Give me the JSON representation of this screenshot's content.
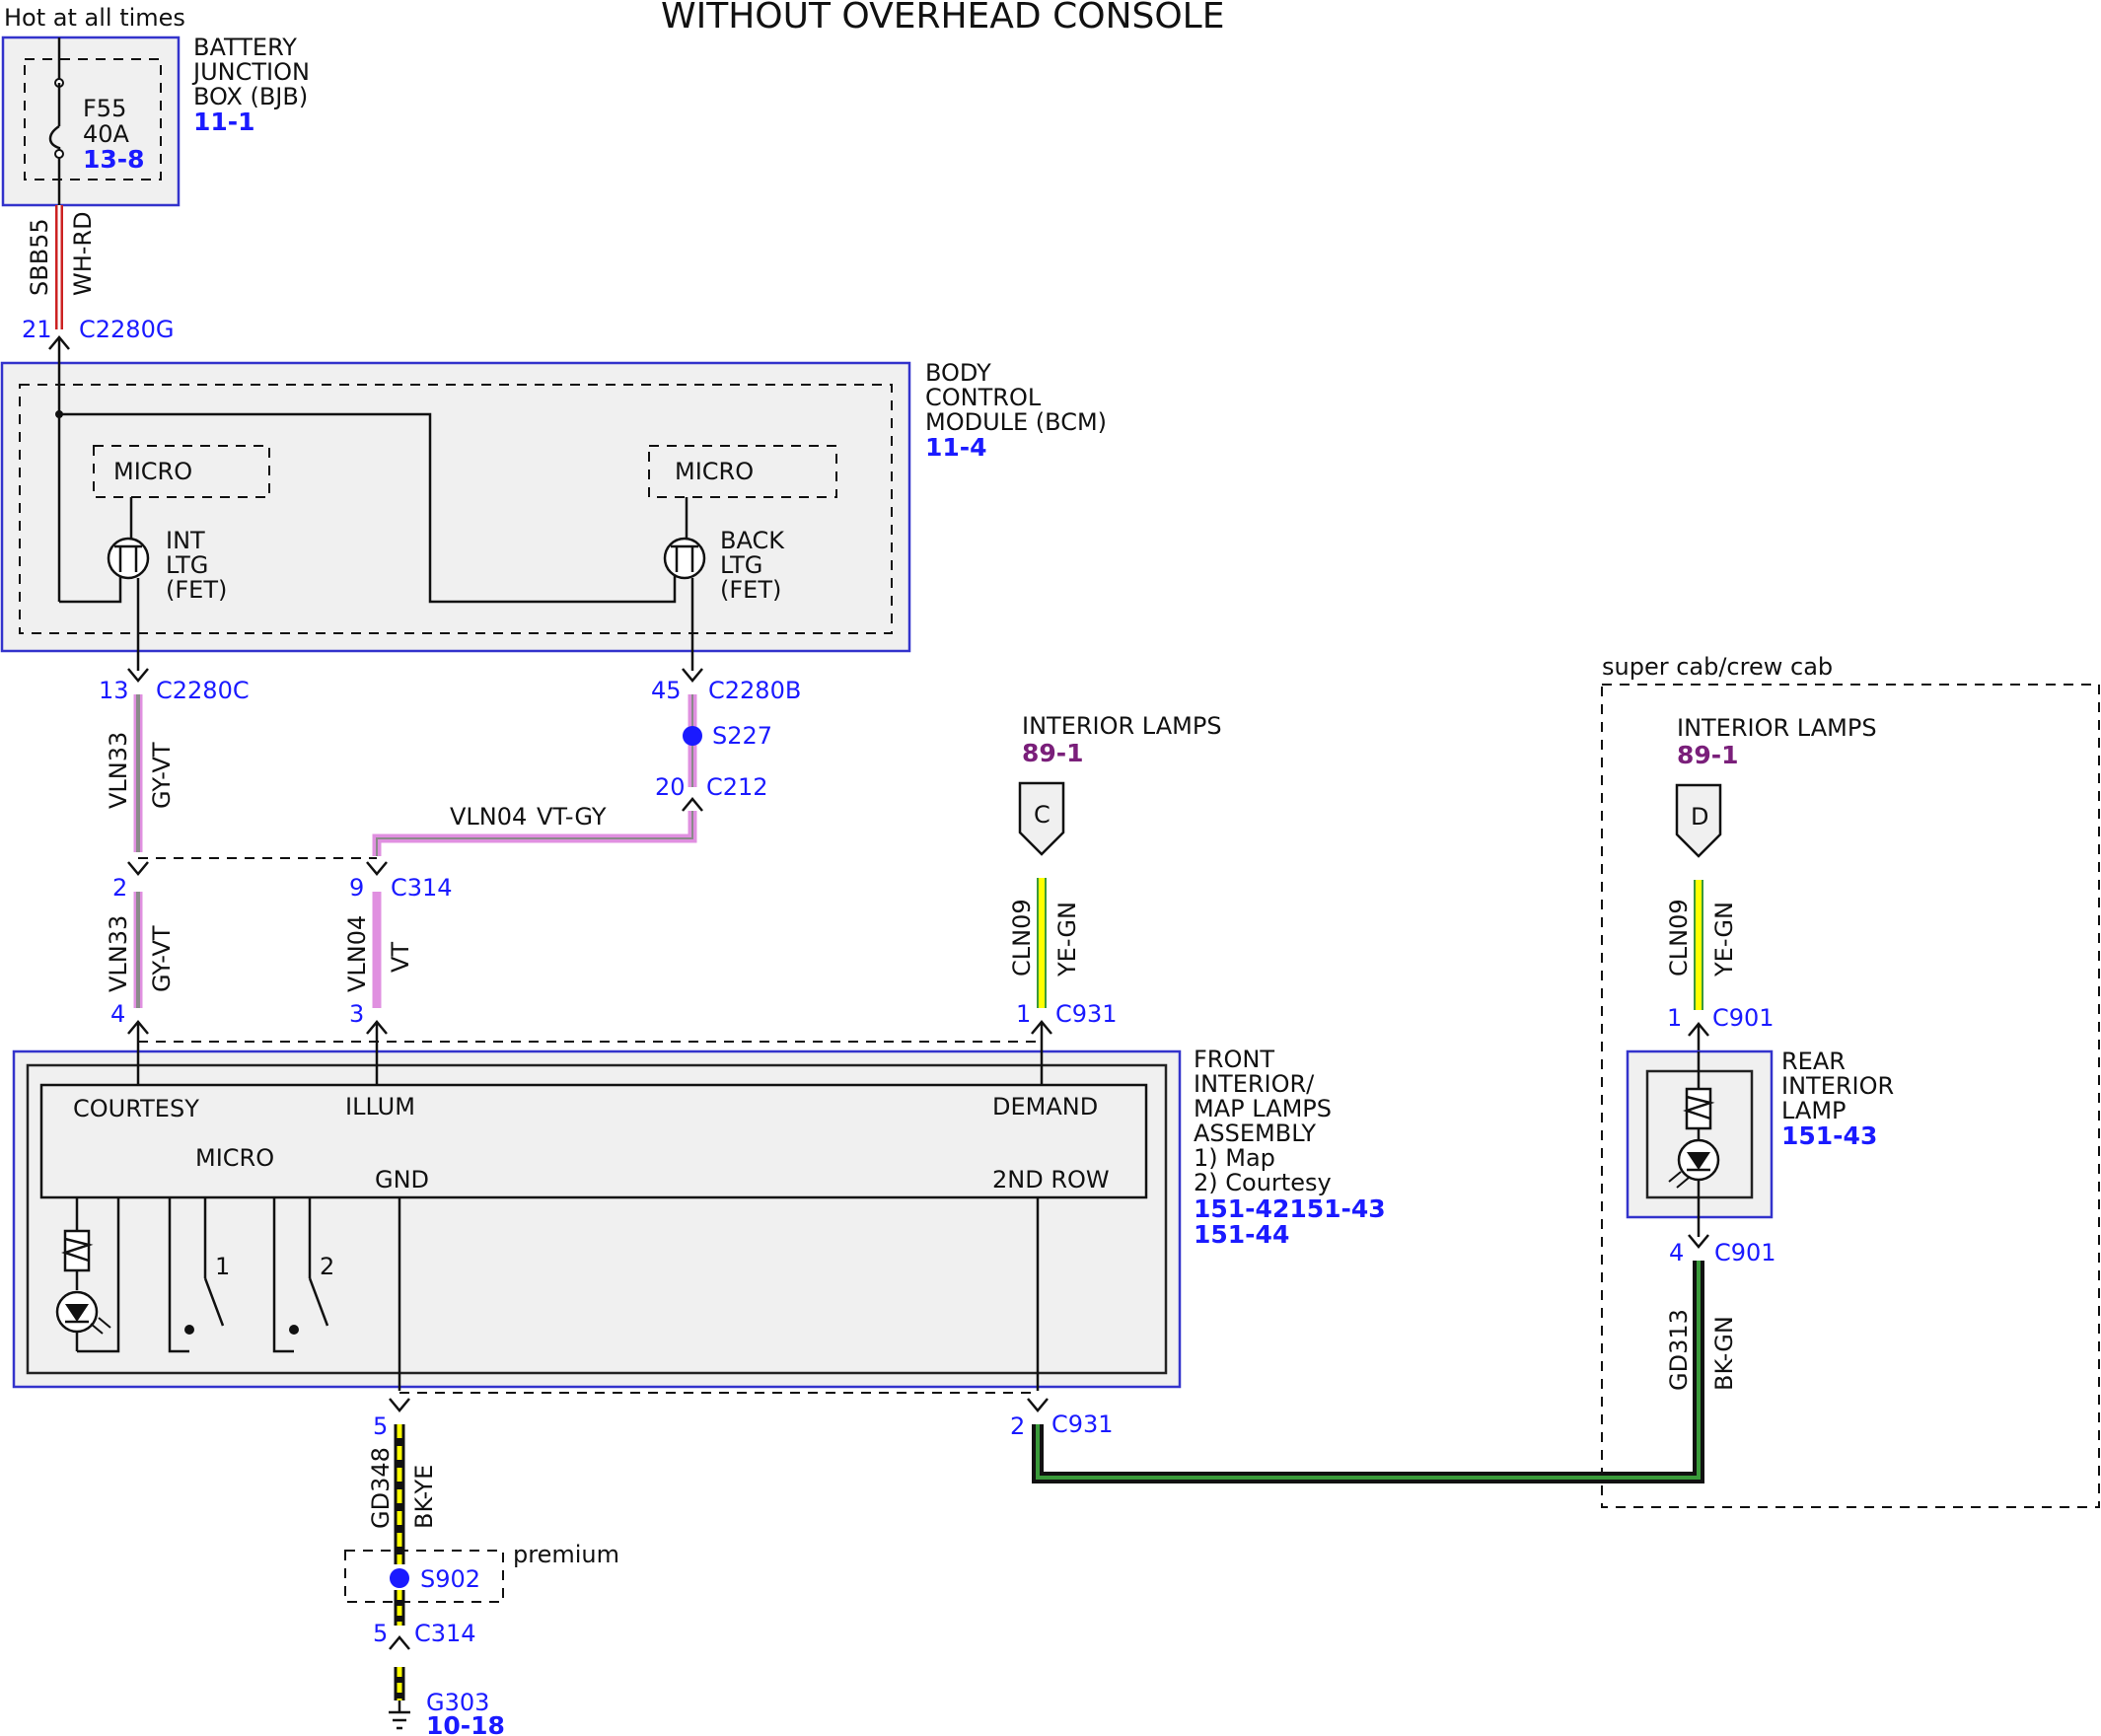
{
  "header": {
    "title": "WITHOUT OVERHEAD CONSOLE",
    "power_note": "Hot at all times"
  },
  "bjb": {
    "name_lines": [
      "BATTERY",
      "JUNCTION",
      "BOX (BJB)"
    ],
    "ref": "11-1",
    "fuse_id": "F55",
    "fuse_rating": "40A",
    "fuse_ref": "13-8"
  },
  "bcm": {
    "name_lines": [
      "BODY",
      "CONTROL",
      "MODULE (BCM)"
    ],
    "ref": "11-4",
    "micro_left": "MICRO",
    "micro_right": "MICRO",
    "fet_left_lines": [
      "INT",
      "LTG",
      "(FET)"
    ],
    "fet_right_lines": [
      "BACK",
      "LTG",
      "(FET)"
    ]
  },
  "front_lamps": {
    "name_lines": [
      "FRONT",
      "INTERIOR/",
      "MAP LAMPS",
      "ASSEMBLY",
      "1) Map",
      "2) Courtesy"
    ],
    "refs": [
      "151-42151-43",
      "151-44"
    ],
    "courtesy": "COURTESY",
    "illum": "ILLUM",
    "demand": "DEMAND",
    "micro": "MICRO",
    "gnd": "GND",
    "second_row": "2ND ROW",
    "switch1": "1",
    "switch2": "2"
  },
  "rear_lamp": {
    "name_lines": [
      "REAR",
      "INTERIOR",
      "LAMP"
    ],
    "ref": "151-43",
    "region_label": "super cab/crew cab"
  },
  "interior_lamps_c": {
    "title": "INTERIOR LAMPS",
    "ref": "89-1",
    "letter": "C"
  },
  "interior_lamps_d": {
    "title": "INTERIOR LAMPS",
    "ref": "89-1",
    "letter": "D"
  },
  "connectors": {
    "c2280g": {
      "pin": "21",
      "id": "C2280G"
    },
    "c2280c": {
      "pin": "13",
      "id": "C2280C"
    },
    "c2280b": {
      "pin": "45",
      "id": "C2280B"
    },
    "s227": {
      "id": "S227"
    },
    "c212": {
      "pin": "20",
      "id": "C212"
    },
    "c314_top_left": {
      "pin": "2"
    },
    "c314_top_right": {
      "pin": "9",
      "id": "C314"
    },
    "c314_bot_left": {
      "pin": "4"
    },
    "c314_bot_right": {
      "pin": "3"
    },
    "c931_top": {
      "pin": "1",
      "id": "C931"
    },
    "c901_top": {
      "pin": "1",
      "id": "C901"
    },
    "c901_bot": {
      "pin": "4",
      "id": "C901"
    },
    "c931_gnd": {
      "pin": "5"
    },
    "c931_bot": {
      "pin": "2",
      "id": "C931"
    },
    "s902": {
      "id": "S902",
      "label": "premium"
    },
    "c314_gnd": {
      "pin": "5",
      "id": "C314"
    },
    "g303": {
      "id": "G303",
      "ref": "10-18"
    }
  },
  "wires": {
    "sbb55": {
      "circuit": "SBB55",
      "color": "WH-RD"
    },
    "vln33_a": {
      "circuit": "VLN33",
      "color": "GY-VT"
    },
    "vln04_h": {
      "circuit": "VLN04",
      "color": "VT-GY"
    },
    "vln33_b": {
      "circuit": "VLN33",
      "color": "GY-VT"
    },
    "vln04_v": {
      "circuit": "VLN04",
      "color": "VT"
    },
    "cln09_a": {
      "circuit": "CLN09",
      "color": "YE-GN"
    },
    "cln09_b": {
      "circuit": "CLN09",
      "color": "YE-GN"
    },
    "gd348": {
      "circuit": "GD348",
      "color": "BK-YE"
    },
    "gd313": {
      "circuit": "GD313",
      "color": "BK-GN"
    }
  },
  "wire_colors": {
    "white": "#ffffff",
    "red": "#cc2222",
    "gray": "#8a8a8a",
    "violet": "#e090e0",
    "yellow": "#ffff00",
    "green": "#3a9a3a",
    "black": "#111111",
    "splice": "#1a1aff"
  }
}
